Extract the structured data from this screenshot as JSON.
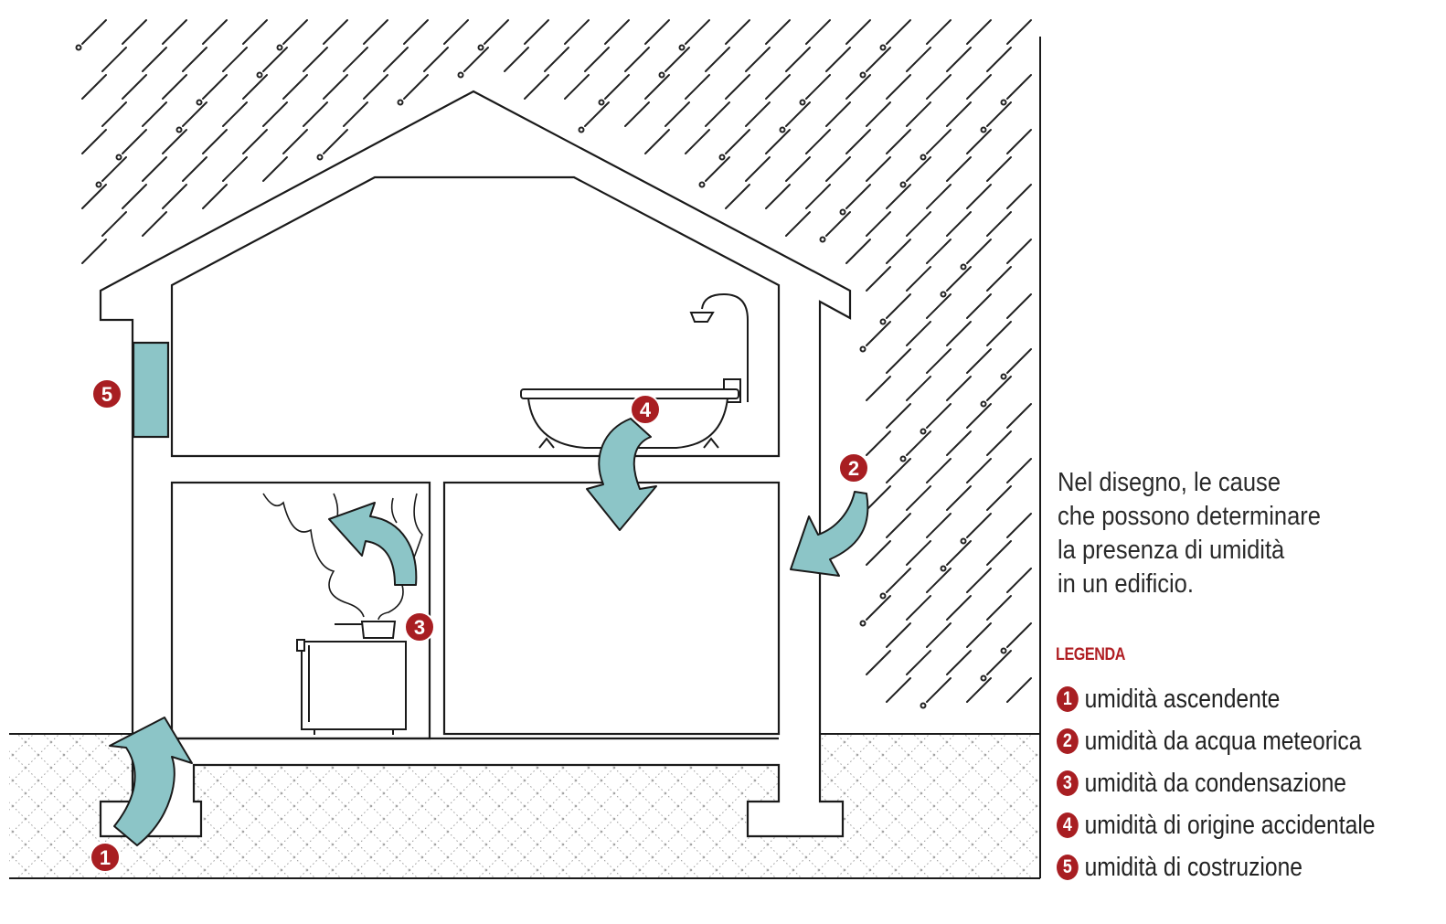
{
  "caption": {
    "lines": [
      "Nel disegno, le cause",
      "che possono determinare",
      "la presenza di umidità",
      "in un edificio."
    ]
  },
  "legend": {
    "title": "LEGENDA",
    "items": [
      {
        "num": "1",
        "text": "umidità ascendente"
      },
      {
        "num": "2",
        "text": "umidità da acqua meteorica"
      },
      {
        "num": "3",
        "text": "umidità da condensazione"
      },
      {
        "num": "4",
        "text": "umidità di origine accidentale"
      },
      {
        "num": "5",
        "text": "umidità di costruzione"
      }
    ]
  },
  "markers": [
    "1",
    "2",
    "3",
    "4",
    "5"
  ],
  "colors": {
    "arrow_fill": "#8cc5c7",
    "marker": "#a81e22",
    "line": "#1a1a1a",
    "legend_title": "#b01e23"
  }
}
